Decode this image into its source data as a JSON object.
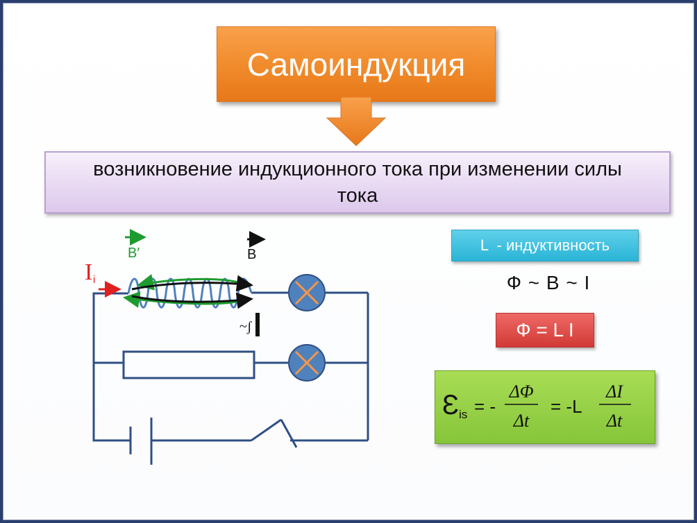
{
  "slide": {
    "title": "Самоиндукция",
    "definition": "возникновение индукционного тока при изменении силы тока",
    "inductance_label": "L  - индуктивность",
    "proportionality": "Ф ~ B ~ I",
    "flux_formula": "Ф = L I"
  },
  "emf_formula": {
    "epsilon": "Ɛ",
    "subscript": "is",
    "eq1": "= -",
    "num1": "ΔΦ",
    "den1": "Δt",
    "eq2": "= -L",
    "num2": "ΔI",
    "den2": "Δt"
  },
  "circuit": {
    "current_symbol": "I",
    "current_subscript": "i",
    "field_b_prime": "B′",
    "field_b": "B",
    "coil_symbol": "~ʃ"
  },
  "colors": {
    "wire": "#2f4f85",
    "lamp": "#4f81bd",
    "lamp_cross": "#f79646",
    "coil": "#4f81bd",
    "induced_field": "#1e9b2e",
    "current_arrow": "#e02020"
  }
}
